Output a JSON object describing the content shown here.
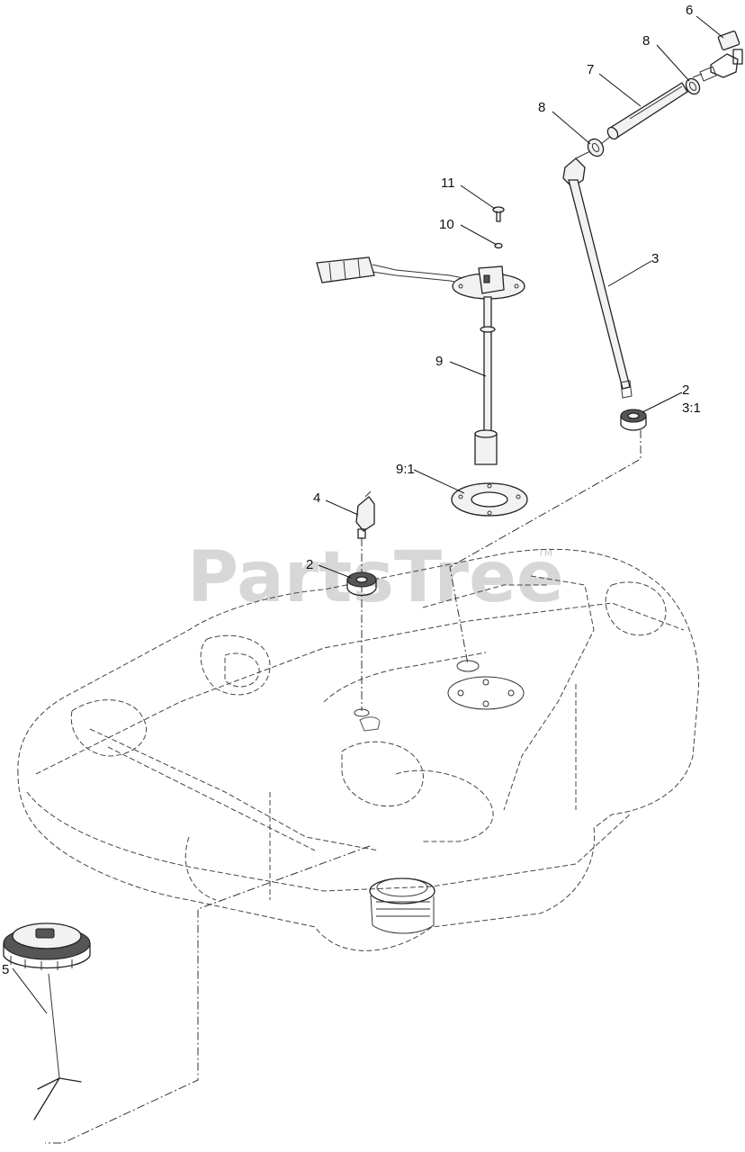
{
  "watermark": {
    "text": "PartsTree",
    "trademark": "TM"
  },
  "callouts": [
    {
      "id": "c6",
      "text": "6"
    },
    {
      "id": "c8a",
      "text": "8"
    },
    {
      "id": "c7",
      "text": "7"
    },
    {
      "id": "c8b",
      "text": "8"
    },
    {
      "id": "c11",
      "text": "11"
    },
    {
      "id": "c10",
      "text": "10"
    },
    {
      "id": "c3",
      "text": "3"
    },
    {
      "id": "c9",
      "text": "9"
    },
    {
      "id": "c2a",
      "text": "2"
    },
    {
      "id": "c31",
      "text": "3:1"
    },
    {
      "id": "c91",
      "text": "9:1"
    },
    {
      "id": "c4",
      "text": "4"
    },
    {
      "id": "c2b",
      "text": "2"
    },
    {
      "id": "c5",
      "text": "5"
    }
  ]
}
